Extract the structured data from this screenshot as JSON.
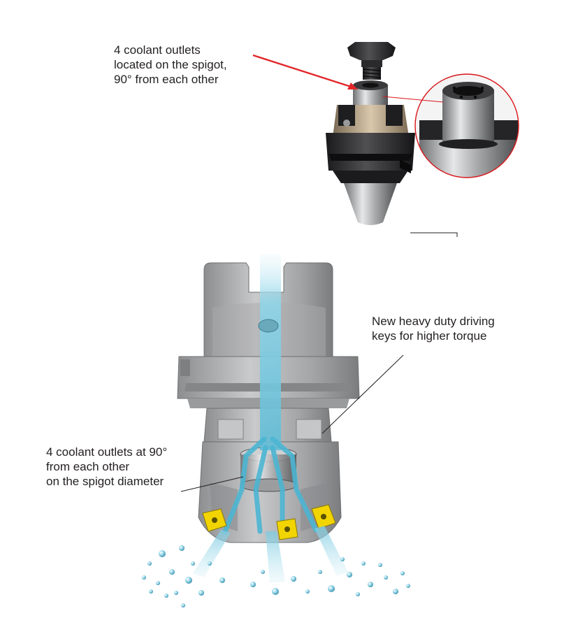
{
  "annotations": {
    "top_callout": {
      "lines": [
        "4 coolant outlets",
        "located on the spigot,",
        "90° from each other"
      ]
    },
    "keys_callout": {
      "lines": [
        "New heavy duty driving",
        "keys for higher torque"
      ]
    },
    "side_callout": {
      "lines": [
        "4 coolant outlets at 90°",
        "from each other",
        "on the spigot diameter"
      ]
    }
  },
  "colors": {
    "arrow": "#e2262a",
    "leader": "#231f20",
    "coolant": "#79cfe3",
    "insert": "#f2d400",
    "body_dark": "#2b2b2d",
    "steel": "#b8b9bb"
  }
}
